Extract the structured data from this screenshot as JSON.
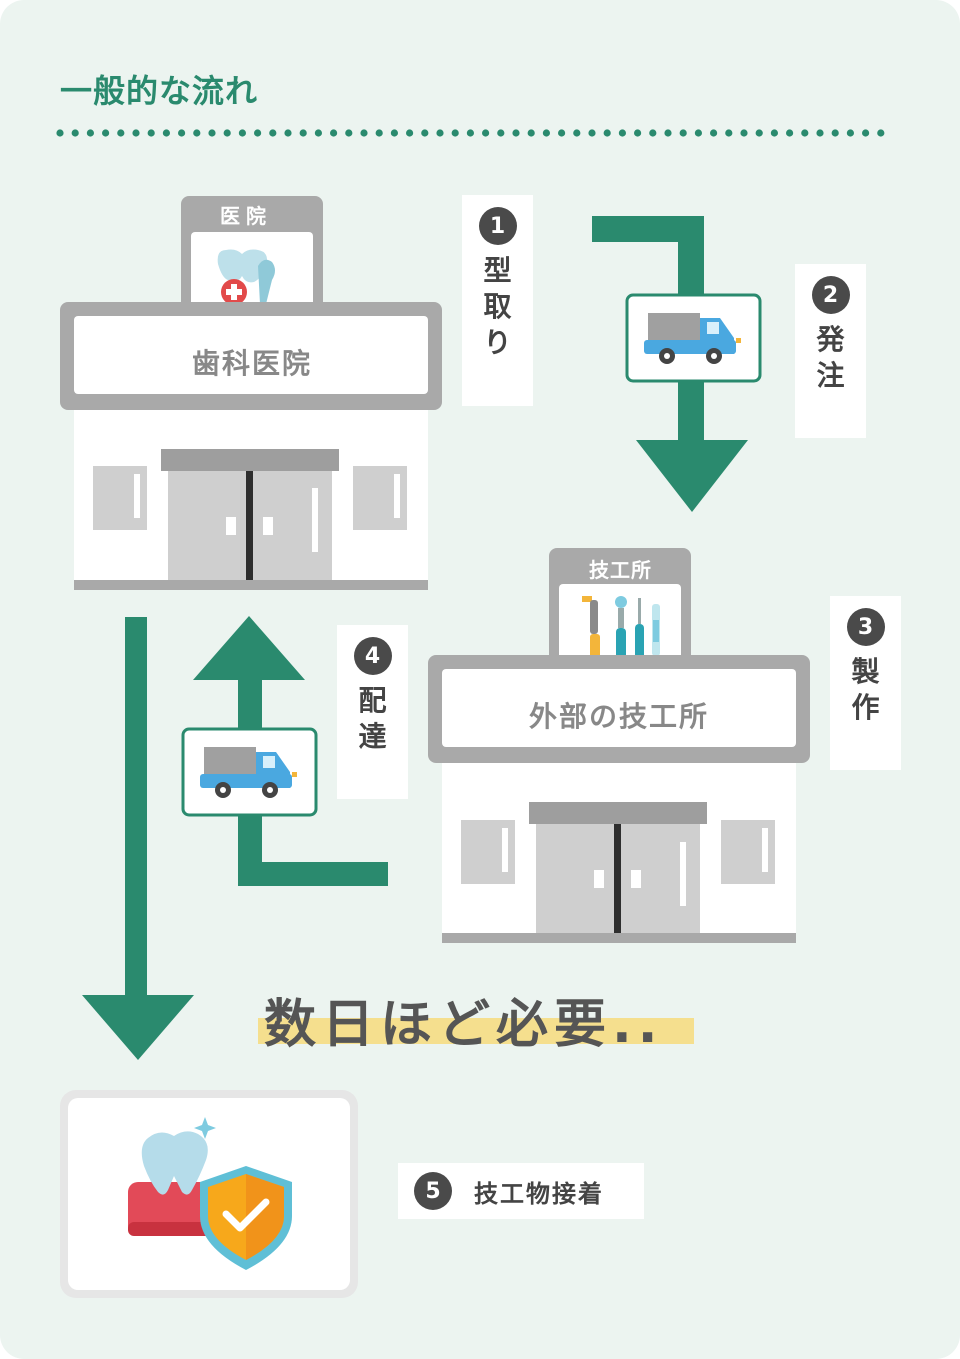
{
  "title": "一般的な流れ",
  "clinic": {
    "tag": "医院",
    "sign": "歯科医院"
  },
  "lab": {
    "tag": "技工所",
    "sign": "外部の技工所"
  },
  "steps": [
    {
      "num": "1",
      "label": "型取り"
    },
    {
      "num": "2",
      "label": "発注"
    },
    {
      "num": "3",
      "label": "製作"
    },
    {
      "num": "4",
      "label": "配達"
    },
    {
      "num": "5",
      "label": "技工物接着"
    }
  ],
  "message": "数日ほど必要..",
  "colors": {
    "background": "#ecf4f0",
    "arrow": "#2a8a6e",
    "building_gray": "#a9a9a9",
    "highlight": "#f5df8e"
  },
  "icons": [
    "tooth-cross-icon",
    "dental-tools-icon",
    "truck-icon",
    "tooth-shield-check-icon"
  ]
}
